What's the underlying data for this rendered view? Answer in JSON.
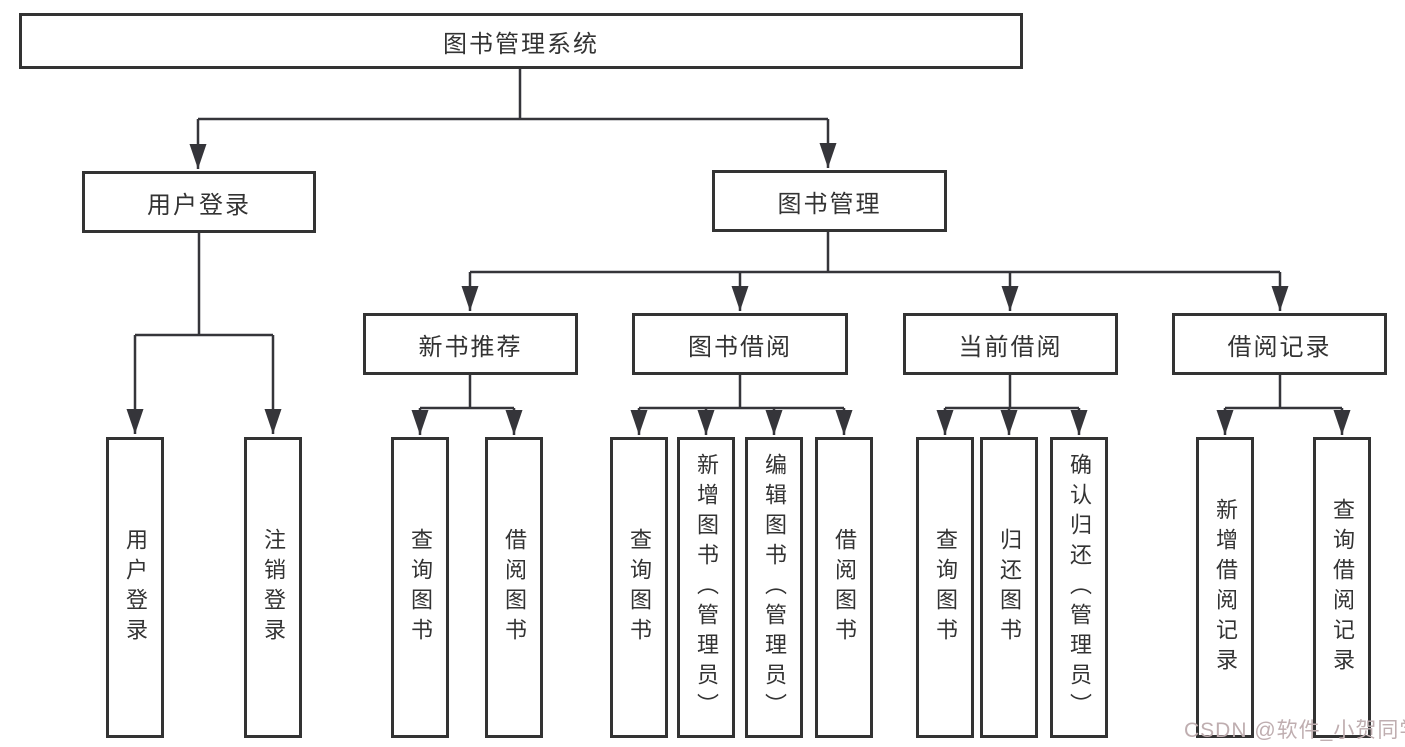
{
  "diagram": {
    "nodes": {
      "root": "图书管理系统",
      "user_login": "用户登录",
      "book_mgmt": "图书管理",
      "new_book_rec": "新书推荐",
      "book_borrow": "图书借阅",
      "current_borrow": "当前借阅",
      "borrow_records": "借阅记录",
      "leaf_user_login": "用户登录",
      "leaf_logout": "注销登录",
      "leaf_nb_query": "查询图书",
      "leaf_nb_borrow": "借阅图书",
      "leaf_bb_query": "查询图书",
      "leaf_bb_add": "新增图书（管理员）",
      "leaf_bb_edit": "编辑图书（管理员）",
      "leaf_bb_borrow": "借阅图书",
      "leaf_cb_query": "查询图书",
      "leaf_cb_return": "归还图书",
      "leaf_cb_confirm": "确认归还（管理员）",
      "leaf_br_add": "新增借阅记录",
      "leaf_br_query": "查询借阅记录"
    },
    "colors": {
      "line": "#35353a",
      "box_border": "#333333",
      "text": "#333333",
      "watermark": "#bfaeb0"
    }
  },
  "watermark": {
    "text": "CSDN @软件_小贺同学"
  }
}
